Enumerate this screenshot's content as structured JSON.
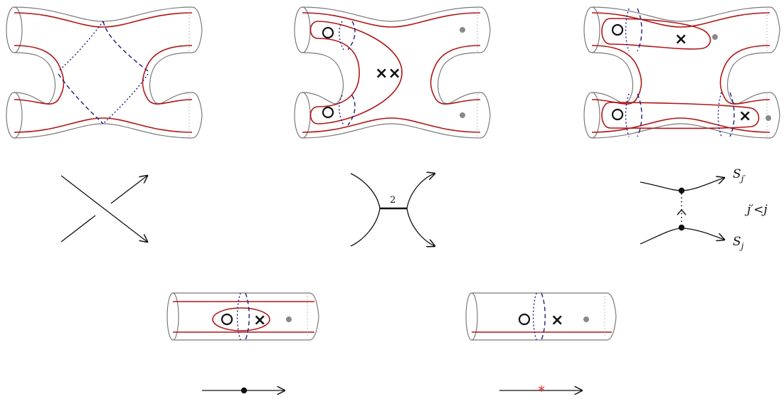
{
  "colors": {
    "outline": "#7a7a7a",
    "curve": "#b01616",
    "cut": "#1c1c7a",
    "ink": "#111111",
    "dot": "#888888",
    "star": "#e03030"
  },
  "surfaces": {
    "pants_1": {
      "markers": []
    },
    "pants_2": {
      "markers": [
        "○",
        "○",
        "××"
      ]
    },
    "pants_3": {
      "markers": [
        "○",
        "×",
        "○",
        "×"
      ]
    },
    "cylinder_1": {
      "markers": [
        "○",
        "×"
      ]
    },
    "cylinder_2": {
      "markers": [
        "○",
        "×"
      ]
    }
  },
  "graphs": {
    "crossing": {},
    "merge": {
      "edge_weight": "2"
    },
    "ordered": {
      "top_label": "S",
      "top_sub": "j′",
      "bottom_label": "S",
      "bottom_sub": "j",
      "condition": "j′<j"
    },
    "dot_edge": {},
    "star_edge": {
      "mark": "*"
    }
  }
}
